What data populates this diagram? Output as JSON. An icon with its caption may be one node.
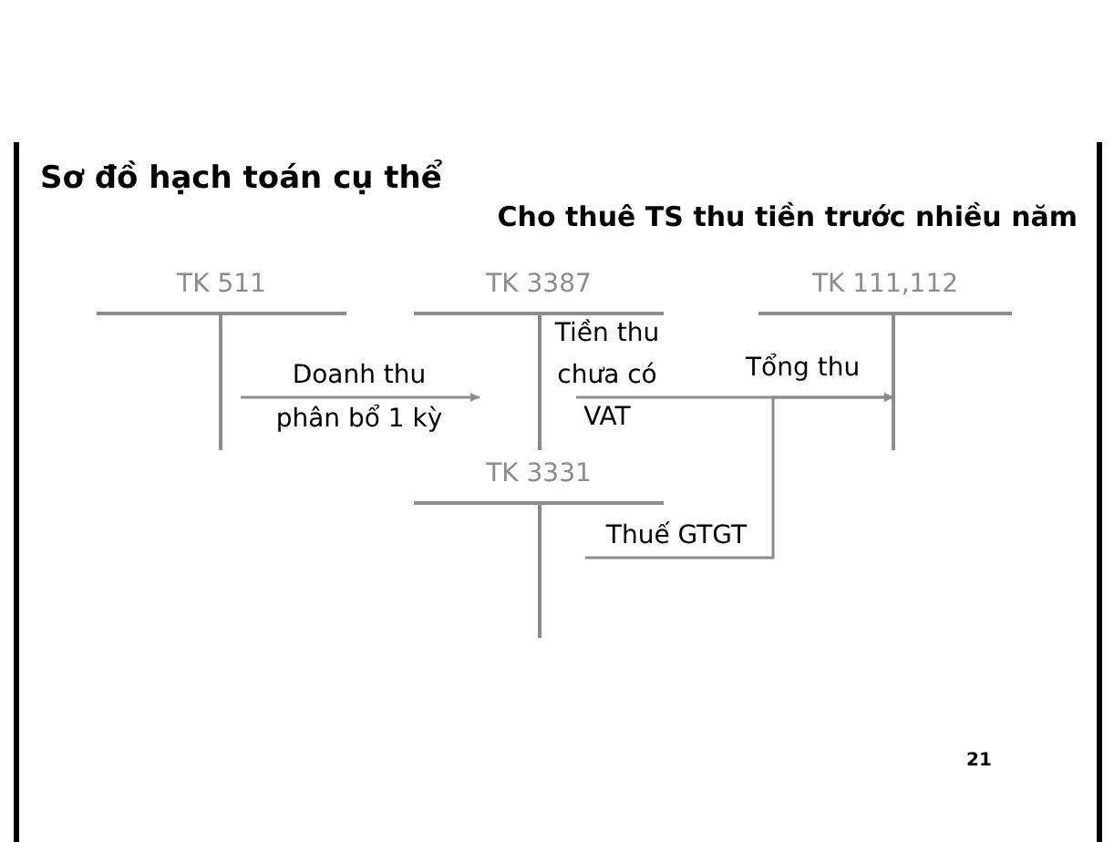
{
  "diagram": {
    "title": "Sơ đồ hạch toán cụ thể",
    "nodes": [
      {
        "text": [
          "TK 511"
        ]
      },
      {
        "text": [
          "TK 3387"
        ]
      },
      {
        "text": [
          "TK 111,112"
        ]
      },
      {
        "text": [
          "TK 3331"
        ]
      }
    ],
    "edges": [
      {
        "from": 0,
        "to": 1,
        "arrow": "to",
        "label": "Doanh thu phân bổ 1 kỳ"
      },
      {
        "from": 1,
        "to": 2,
        "arrow": "to",
        "label": "Tiền thu chưa có VAT"
      },
      {
        "from": 3,
        "to": 2,
        "arrow": "to",
        "label": "Thuế GTGT"
      }
    ],
    "labels": [
      "Cho thuê TS thu tiền trước nhiều năm",
      "Tổng thu",
      "21"
    ]
  }
}
